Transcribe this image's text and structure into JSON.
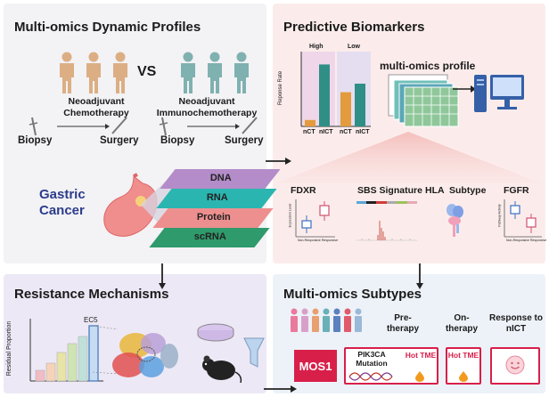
{
  "panels": {
    "multiomics": {
      "title": "Multi-omics Dynamic Profiles",
      "vs": "VS",
      "group_left": "Neoadjuvant Chemotherapy",
      "group_right": "Neoadjuvant Immunochemotherapy",
      "biopsy": "Biopsy",
      "surgery": "Surgery",
      "cancer": "Gastric Cancer",
      "layers": [
        "DNA",
        "RNA",
        "Protein",
        "scRNA"
      ]
    },
    "biomarkers": {
      "title": "Predictive Biomarkers",
      "profile_label": "multi-omics profile",
      "chart_high": "High",
      "chart_low": "Low",
      "chart_ylabel": "Reponse Rate",
      "x_labels": [
        "nCT",
        "nICT",
        "nCT",
        "nICT"
      ],
      "markers": [
        "FDXR",
        "SBS Signature",
        "HLA",
        "Subtype",
        "FGFR"
      ],
      "fdxr_ylabel": "Expression Level",
      "fdxr_xlabel": "Non-Responsive Responsive",
      "fgfr_ylabel": "Pathway Activity",
      "fgfr_xlabel": "Non-Responsive Responsive"
    },
    "resistance": {
      "title": "Resistance Mechanisms",
      "ylabel": "Residual Proportion",
      "highlight": "EC5"
    },
    "subtypes": {
      "title": "Multi-omics Subtypes",
      "pre": "Pre-therapy",
      "on": "On-therapy",
      "response": "Response to nICT",
      "mos": "MOS1",
      "mutation": "PIK3CA Mutation",
      "hot_tme": "Hot TME",
      "hot_tme2": "Hot TME"
    }
  },
  "colors": {
    "chemo_person": "#dcae84",
    "immuno_person": "#7fb1b0",
    "dna": "#b38cc9",
    "rna": "#2bb5b0",
    "protein": "#ee8f8f",
    "scrna": "#2f9a6b",
    "accent": "#d81f4a",
    "bar_orange": "#e39b3d",
    "bar_teal": "#2f8f86"
  },
  "chart_data": {
    "type": "bar",
    "categories": [
      "nCT",
      "nICT",
      "nCT",
      "nICT"
    ],
    "series": [
      {
        "group": "High",
        "values": [
          6,
          58
        ]
      },
      {
        "group": "Low",
        "values": [
          32,
          40
        ]
      }
    ],
    "ylabel": "Reponse Rate",
    "ylim": [
      0,
      70
    ]
  }
}
